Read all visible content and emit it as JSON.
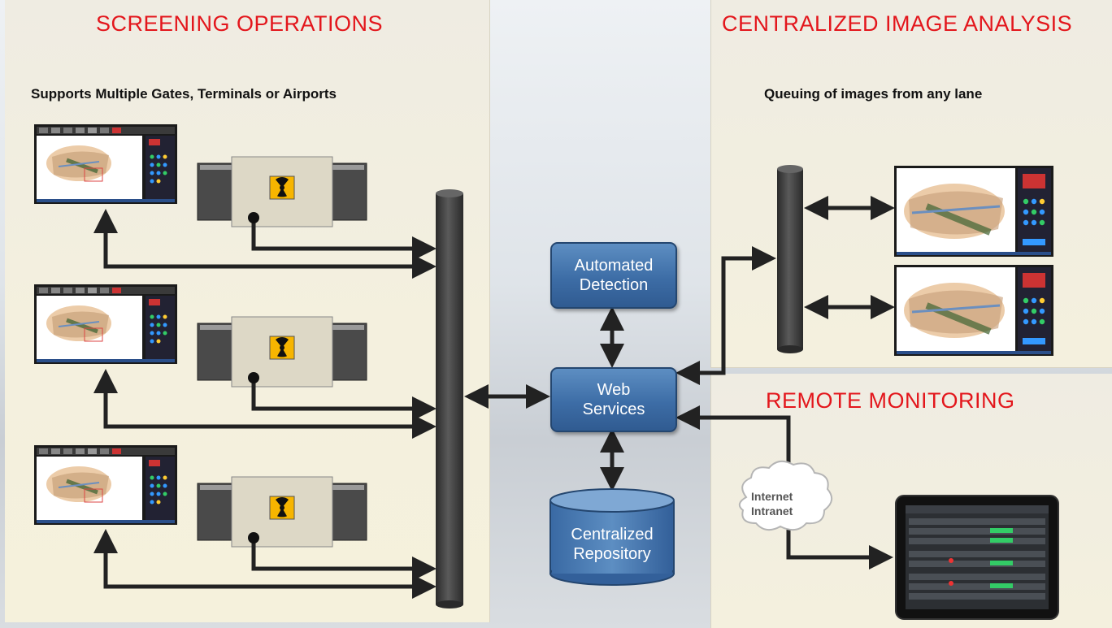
{
  "panels": {
    "screening": {
      "title": "SCREENING OPERATIONS",
      "subtitle": "Supports Multiple Gates, Terminals or Airports"
    },
    "central": {
      "title": "CENTRALIZED IMAGE ANALYSIS",
      "subtitle": "Queuing of images from any lane"
    },
    "remote": {
      "title": "REMOTE MONITORING"
    }
  },
  "nodes": {
    "automated_detection": [
      "Automated",
      "Detection"
    ],
    "web_services": [
      "Web",
      "Services"
    ],
    "repository": [
      "Centralized",
      "Repository"
    ],
    "cloud": [
      "Internet",
      "Intranet"
    ]
  },
  "colors": {
    "title_red": "#e3161c",
    "box_blue": "#3d6da6",
    "arrow": "#222222",
    "xray_body": "#ddd8c6",
    "radiation_yellow": "#f7b500"
  },
  "icons": [
    "radiation-icon",
    "monitor-icon",
    "tablet-icon",
    "cloud-icon"
  ]
}
